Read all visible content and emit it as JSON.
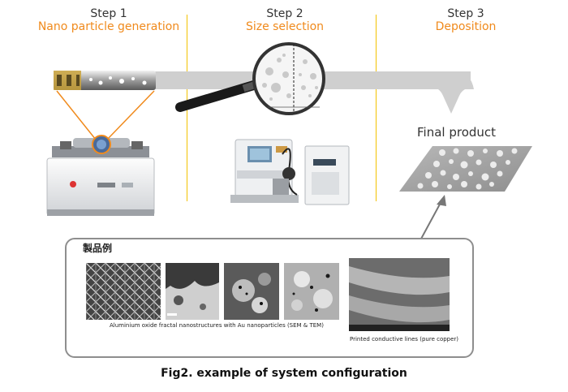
{
  "steps": [
    {
      "title": "Step 1",
      "subtitle": "Nano particle generation"
    },
    {
      "title": "Step 2",
      "subtitle": "Size selection"
    },
    {
      "title": "Step 3",
      "subtitle": "Deposition"
    }
  ],
  "final_product": "Final product",
  "examples": {
    "title": "製品例",
    "caption_left": "Aluminium oxide fractal nanostructures with Au nanoparticles (SEM & TEM)",
    "caption_right": "Printed conductive lines (pure copper)"
  },
  "figure_caption": "Fig2. example of system configuration",
  "colors": {
    "accent": "#f08a1c",
    "divider": "#f3c200",
    "flow": "#cfcfcf"
  }
}
